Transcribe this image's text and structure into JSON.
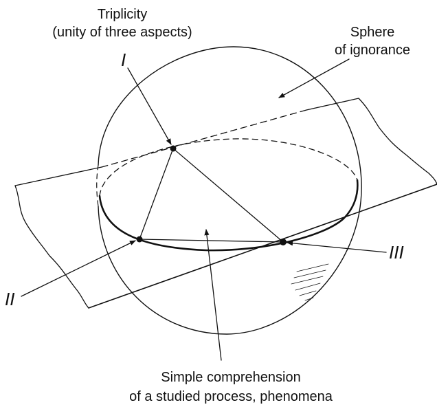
{
  "labels": {
    "triplicity_line1": "Triplicity",
    "triplicity_line2": "(unity of three aspects)",
    "sphere_line1": "Sphere",
    "sphere_line2": "of ignorance",
    "comprehension_line1": "Simple comprehension",
    "comprehension_line2": "of a studied process, phenomena"
  },
  "points": {
    "p1": "I",
    "p2": "II",
    "p3": "III"
  }
}
